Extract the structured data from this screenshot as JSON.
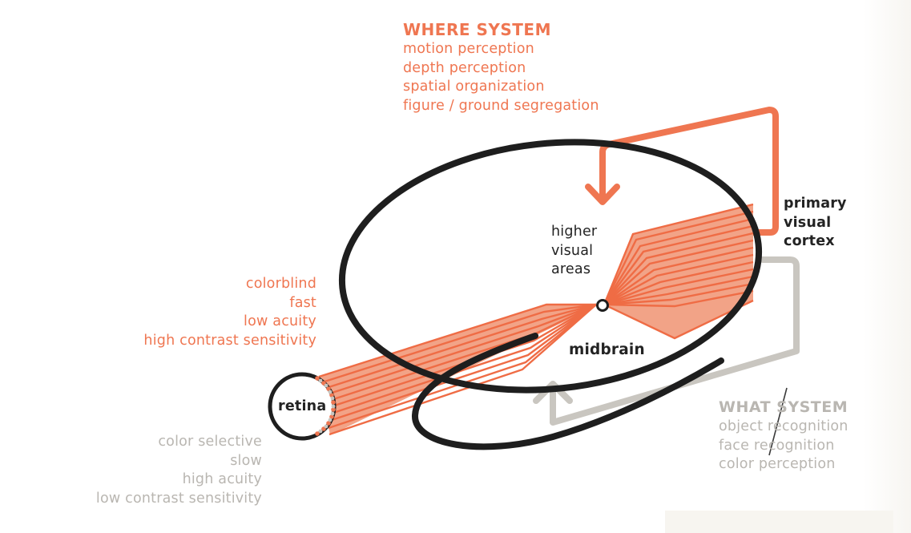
{
  "where_system": {
    "title": "WHERE SYSTEM",
    "items": [
      "motion perception",
      "depth perception",
      "spatial organization",
      "figure / ground segregation"
    ]
  },
  "what_system": {
    "title": "WHAT SYSTEM",
    "items": [
      "object recognition",
      "face recognition",
      "color perception"
    ]
  },
  "fast_path_traits": [
    "colorblind",
    "fast",
    "low acuity",
    "high contrast sensitivity"
  ],
  "slow_path_traits": [
    "color selective",
    "slow",
    "high acuity",
    "low contrast sensitivity"
  ],
  "labels": {
    "retina": "retina",
    "midbrain": "midbrain",
    "higher_visual_areas": [
      "higher",
      "visual",
      "areas"
    ],
    "primary_visual_cortex": [
      "primary",
      "visual",
      "cortex"
    ]
  },
  "colors": {
    "where_accent": "#ef7651",
    "what_accent": "#c9c6c0",
    "brain_outline": "#1e1e1e"
  }
}
